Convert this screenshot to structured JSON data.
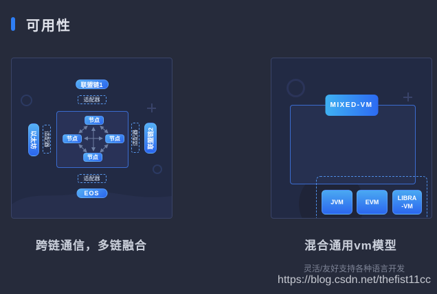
{
  "header": {
    "title": "可用性"
  },
  "left_panel": {
    "caption": "跨链通信，多链融合",
    "chain_top": "联盟链1",
    "chain_left": "以太坊",
    "chain_right": "联盟链2",
    "chain_bottom": "EOS",
    "adapters": {
      "top": "适配器",
      "left": "适配器",
      "right": "适配器",
      "bottom": "适配器"
    },
    "nodes": {
      "top": "节点",
      "left": "节点",
      "right": "节点",
      "bottom": "节点"
    }
  },
  "right_panel": {
    "caption": "混合通用vm模型",
    "vm_title": "MIXED-VM",
    "vm_items": [
      {
        "label": "JVM"
      },
      {
        "label": "EVM"
      },
      {
        "label": "LIBRA\n-VM"
      }
    ]
  },
  "watermark": {
    "line1": "灵活/友好支持各种语言开发",
    "line2": "https://blog.csdn.net/thefist11cc"
  },
  "colors": {
    "page_bg": "#262b3b",
    "panel_bg": "#222a44",
    "panel_border": "#3a4468",
    "accent_blue": "#2e7ef5",
    "button_gradient_start": "#55b0f4",
    "button_gradient_end": "#2b66ee",
    "dashed_border": "#5b9bf0",
    "arrow": "#6e7fa3",
    "caption_text": "#cbd0db"
  }
}
